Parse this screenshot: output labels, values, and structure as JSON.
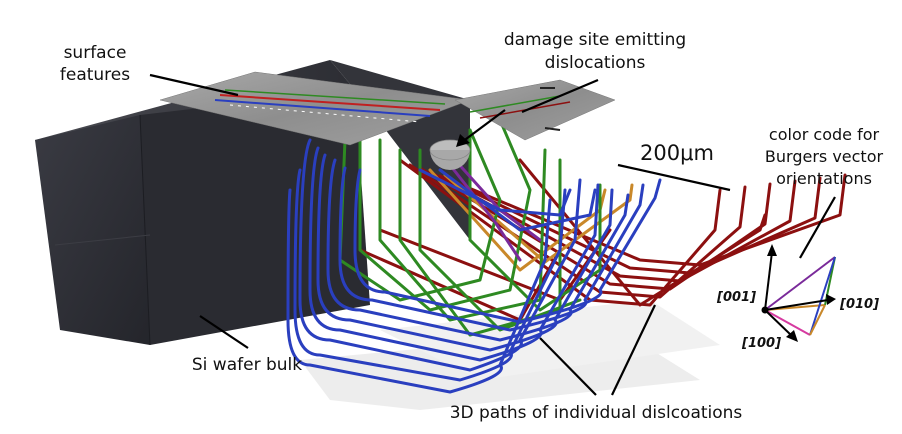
{
  "annotations": {
    "surface_features": [
      "surface",
      "features"
    ],
    "damage_site": [
      "damage site emitting",
      "dislocations"
    ],
    "scale_bar": "200μm",
    "color_code": [
      "color code for",
      "Burgers vector",
      "orientations"
    ],
    "wafer_bulk": "Si wafer bulk",
    "paths": "3D paths of individual dislcoations"
  },
  "axes": {
    "z": "[001]",
    "y": "[010]",
    "x": "[100]"
  },
  "colors": {
    "wafer": "#2e2f36",
    "dislocation_blue": "#2a3fbf",
    "dislocation_green": "#2e8a22",
    "dislocation_red": "#8c1010",
    "dislocation_orange": "#c9882a",
    "dislocation_purple": "#7a2a9a",
    "surface_gray": "#9a9a9a"
  }
}
